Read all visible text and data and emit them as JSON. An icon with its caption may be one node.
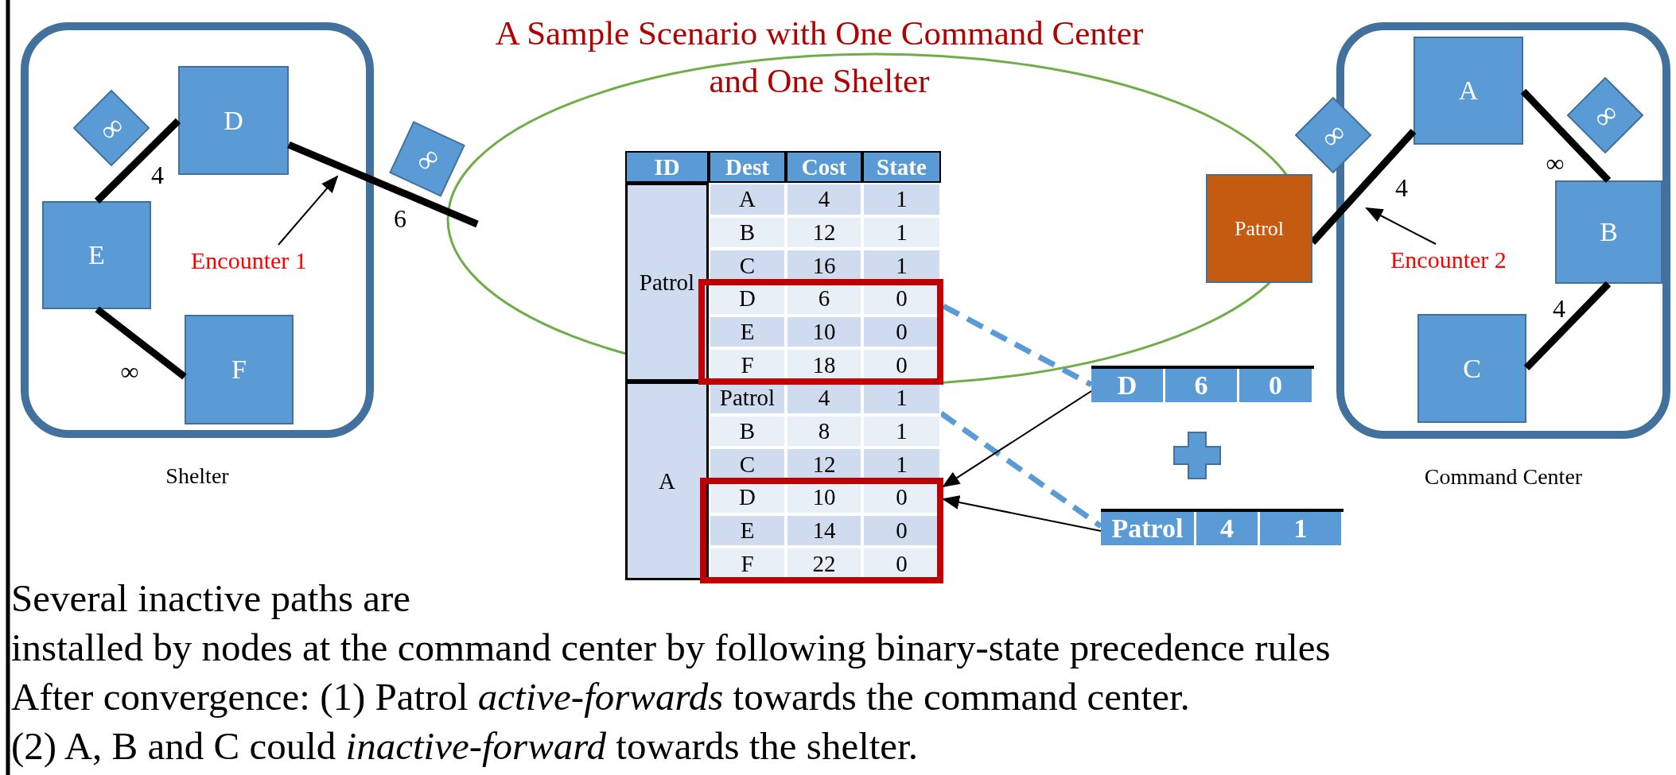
{
  "diagram": {
    "title": "A Sample Scenario with One Command Center and One Shelter",
    "nodes": [
      {
        "text": [
          "Shelter"
        ]
      },
      {
        "text": [
          "∞"
        ],
        "in": 0
      },
      {
        "text": [
          "D"
        ],
        "in": 0
      },
      {
        "text": [
          "E"
        ],
        "in": 0
      },
      {
        "text": [
          "F"
        ],
        "in": 0
      },
      {
        "text": [
          "Encounter 1"
        ],
        "in": 0
      },
      {
        "text": [
          "∞"
        ]
      },
      {
        "text": [],
        "shape": "table"
      },
      {
        "text": [],
        "shape": "box",
        "in": 7
      },
      {
        "text": [],
        "shape": "box",
        "in": 7
      },
      {
        "text": [
          "Patrol"
        ]
      },
      {
        "text": [
          "∞"
        ]
      },
      {
        "text": [
          "Command Center"
        ]
      },
      {
        "text": [
          "A"
        ],
        "in": 12
      },
      {
        "text": [
          "∞"
        ],
        "in": 12
      },
      {
        "text": [
          "B"
        ],
        "in": 12
      },
      {
        "text": [
          "Encounter 2"
        ],
        "in": 12
      },
      {
        "text": [
          "C"
        ],
        "in": 12
      },
      {
        "text": [
          "D",
          "6",
          "0"
        ]
      },
      {
        "text": [],
        "shape": "cross"
      },
      {
        "text": [
          "Patrol",
          "4",
          "1"
        ]
      }
    ],
    "edges": [
      {
        "from": 3,
        "to": 2,
        "arrow": "none",
        "label": "4"
      },
      {
        "from": 2,
        "to": null,
        "arrow": "none",
        "label": "6"
      },
      {
        "from": 3,
        "to": 4,
        "arrow": "none",
        "label": "∞"
      },
      {
        "from": 5,
        "to": null,
        "arrow": "to"
      },
      {
        "from": 10,
        "to": 13,
        "arrow": "none",
        "label": "4"
      },
      {
        "from": 13,
        "to": 15,
        "arrow": "none",
        "label": "∞"
      },
      {
        "from": 15,
        "to": 17,
        "arrow": "none",
        "label": "4"
      },
      {
        "from": 16,
        "to": null,
        "arrow": "to"
      },
      {
        "from": 8,
        "to": 18,
        "arrow": "none",
        "style": "dashed",
        "color": "#5b9bd5"
      },
      {
        "from": 7,
        "to": 20,
        "arrow": "none",
        "style": "dashed",
        "color": "#5b9bd5"
      },
      {
        "from": 18,
        "to": 9,
        "arrow": "to"
      },
      {
        "from": 20,
        "to": 9,
        "arrow": "to"
      }
    ],
    "labels": [
      "ID",
      "Dest",
      "Cost",
      "State",
      "Patrol",
      "A",
      "4",
      "1",
      "B",
      "12",
      "1",
      "C",
      "16",
      "1",
      "D",
      "6",
      "0",
      "E",
      "10",
      "0",
      "F",
      "18",
      "0",
      "A",
      "Patrol",
      "4",
      "1",
      "B",
      "8",
      "1",
      "C",
      "12",
      "1",
      "D",
      "10",
      "0",
      "E",
      "14",
      "0",
      "F",
      "22",
      "0",
      "Several inactive paths are installed by nodes at the command center by following binary-state precedence rules",
      "After convergence: (1) Patrol *active-forwards* towards the command center.",
      "(2) A, B and C could *inactive-forward* towards the shelter."
    ]
  }
}
